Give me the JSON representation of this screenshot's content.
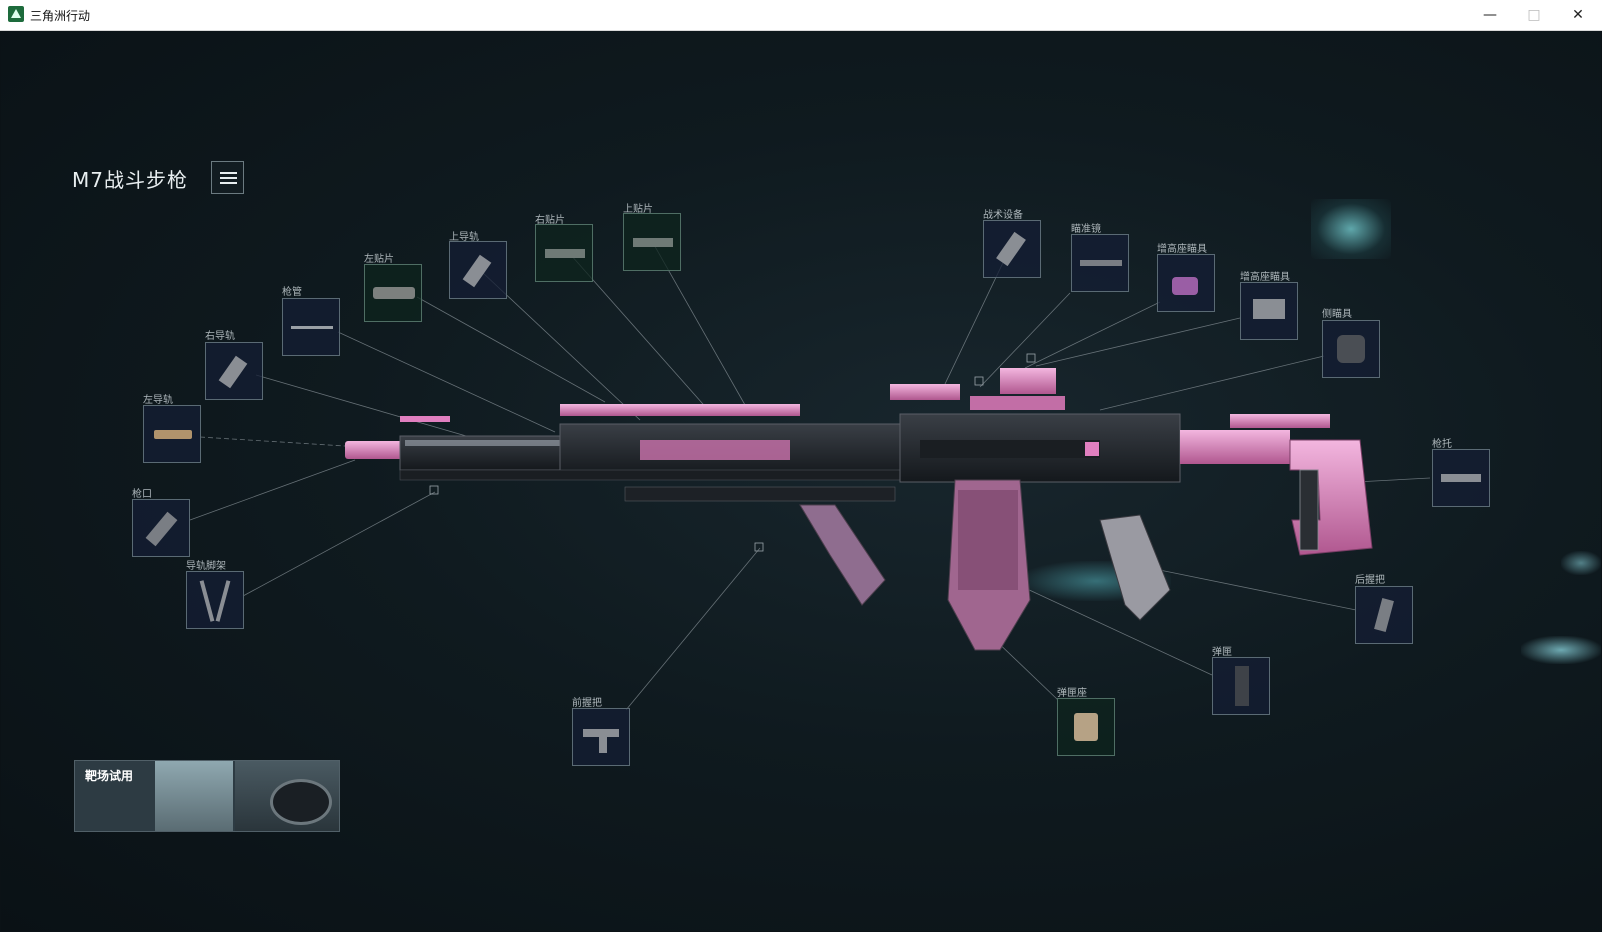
{
  "window": {
    "title": "三角洲行动"
  },
  "weapon": {
    "name": "M7战斗步枪"
  },
  "slots": {
    "upper_plate": "上贴片",
    "right_plate": "右贴片",
    "upper_rail": "上导轨",
    "left_plate": "左贴片",
    "barrel": "枪管",
    "right_rail": "右导轨",
    "left_rail": "左导轨",
    "muzzle": "枪口",
    "rail_bipod": "导轨脚架",
    "foregrip": "前握把",
    "tactical": "战术设备",
    "scope": "瞄准镜",
    "riser_sight_1": "增高座瞄具",
    "riser_sight_2": "增高座瞄具",
    "side_sight": "侧瞄具",
    "stock": "枪托",
    "rear_grip": "后握把",
    "magazine": "弹匣",
    "mag_well": "弹匣座"
  },
  "trial": {
    "label": "靶场试用"
  },
  "colors": {
    "accent_pink": "#d88ac0",
    "slot_border": "#5a6a74",
    "background": "#0f1a1f"
  }
}
